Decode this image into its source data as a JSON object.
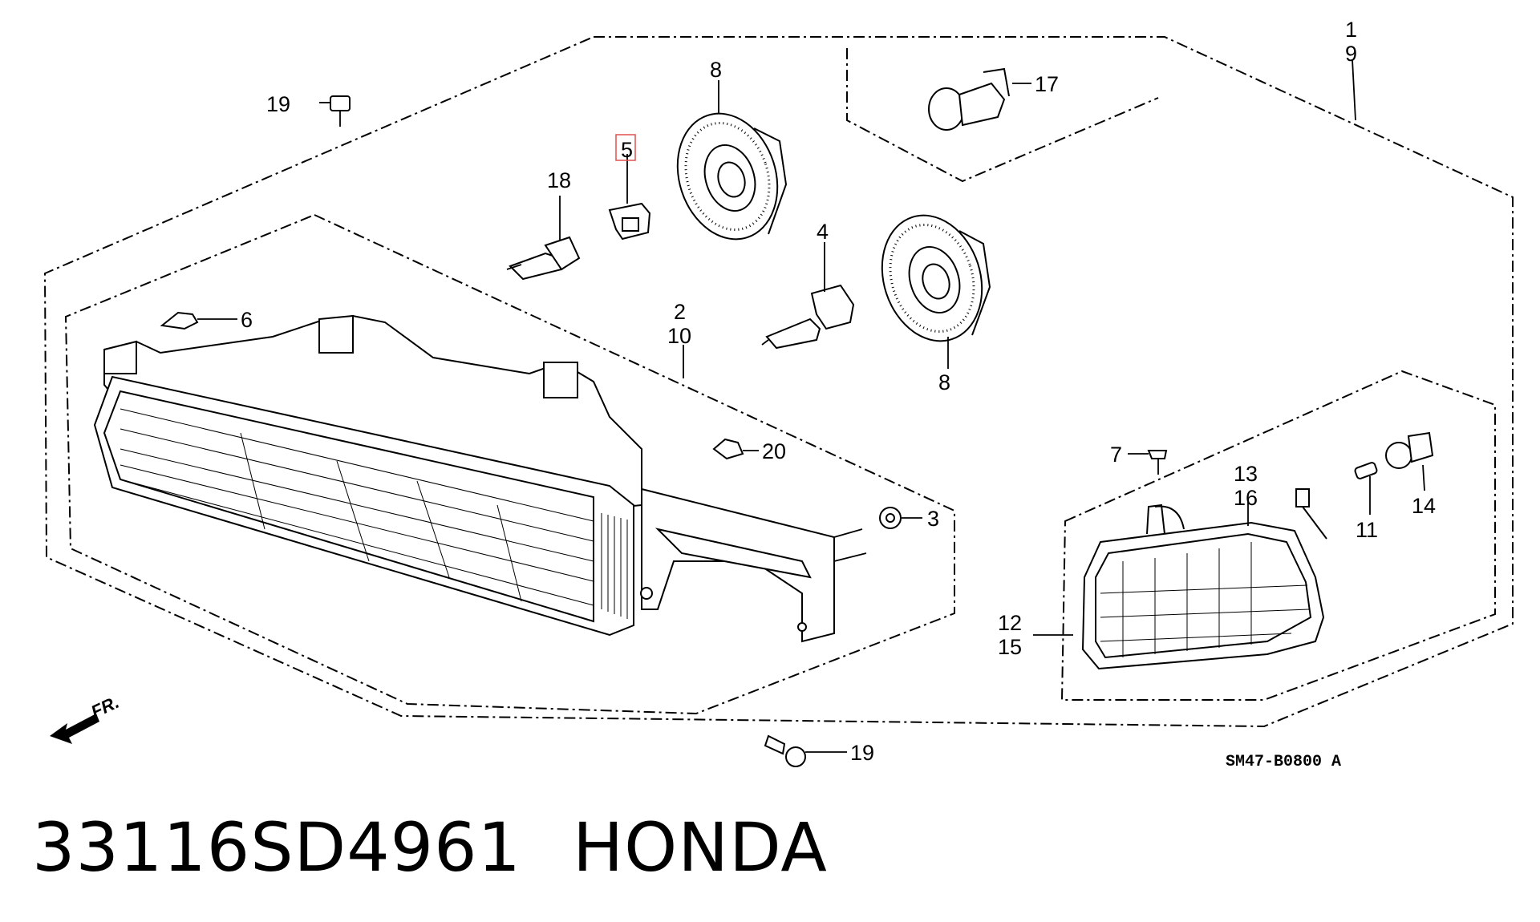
{
  "caption": {
    "part_number": "33116SD4961",
    "brand": "HONDA"
  },
  "diagram_code": "SM47-B0800 A",
  "front_arrow_label": "FR.",
  "highlight_color": "#e05050",
  "callouts": {
    "c1": "1",
    "c9": "9",
    "c19_top": "19",
    "c5": "5",
    "c8_top": "8",
    "c17": "17",
    "c18": "18",
    "c4": "4",
    "c6": "6",
    "c2": "2",
    "c10": "10",
    "c8_bottom": "8",
    "c20": "20",
    "c3": "3",
    "c7": "7",
    "c13": "13",
    "c16": "16",
    "c11": "11",
    "c14": "14",
    "c12": "12",
    "c15": "15",
    "c19_bottom": "19"
  }
}
